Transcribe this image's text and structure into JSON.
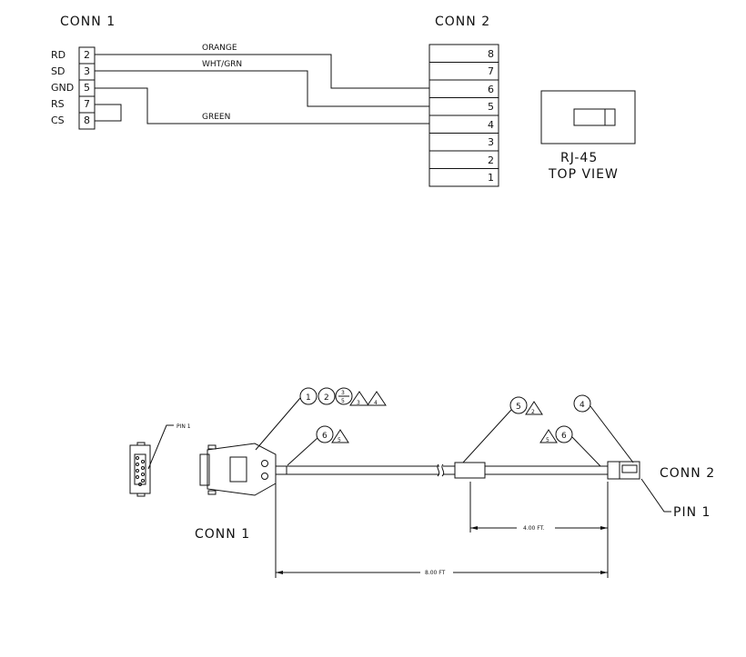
{
  "schematic": {
    "conn1_title": "CONN 1",
    "conn2_title": "CONN 2",
    "conn1_pins": [
      {
        "signal": "RD",
        "pin": "2"
      },
      {
        "signal": "SD",
        "pin": "3"
      },
      {
        "signal": "GND",
        "pin": "5"
      },
      {
        "signal": "RS",
        "pin": "7"
      },
      {
        "signal": "CS",
        "pin": "8"
      }
    ],
    "conn2_pins": [
      "8",
      "7",
      "6",
      "5",
      "4",
      "3",
      "2",
      "1"
    ],
    "wires": [
      {
        "color": "ORANGE",
        "from_pin": "2",
        "to_pin": "6"
      },
      {
        "color": "WHT/GRN",
        "from_pin": "3",
        "to_pin": "5"
      },
      {
        "color": "GREEN",
        "from_pin": "5",
        "to_pin": "4"
      }
    ],
    "rj45_label": "RJ-45",
    "rj45_sublabel": "TOP VIEW"
  },
  "assembly": {
    "pin1_small": "PIN 1",
    "pin1_large": "PIN 1",
    "conn1_label": "CONN 1",
    "conn2_label": "CONN 2",
    "dim_short": "4.00 FT.",
    "dim_long": "8.00 FT",
    "balloon_a": [
      "1",
      "2"
    ],
    "balloon_a_stack_top": "3",
    "balloon_a_stack_bottom": "5",
    "balloon_a_tri": [
      "3",
      "4"
    ],
    "balloon_b": "6",
    "balloon_b_tri": "5",
    "balloon_c": "5",
    "balloon_c_tri": "2",
    "balloon_d_tri": "5",
    "balloon_d": "6",
    "balloon_e": "4"
  }
}
